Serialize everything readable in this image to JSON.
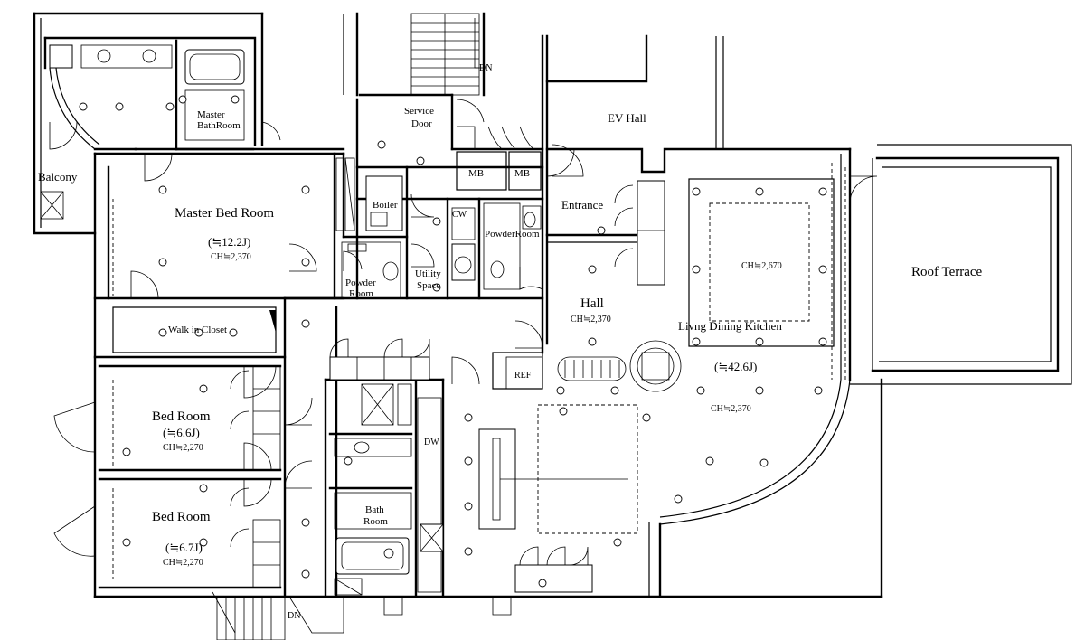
{
  "plan": {
    "rooms": {
      "balcony": "Balcony",
      "master_bath": [
        "Master",
        "BathRoom"
      ],
      "master_bed": "Master Bed Room",
      "master_bed_area": "(≒12.2J)",
      "master_bed_ch": "CH≒2,370",
      "walk_in_closet": "Walk in Closet",
      "bed1": "Bed Room",
      "bed1_area": "(≒6.6J)",
      "bed1_ch": "CH≒2,270",
      "bed2": "Bed Room",
      "bed2_area": "(≒6.7J)",
      "bed2_ch": "CH≒2,270",
      "service_door": [
        "Service",
        "Door"
      ],
      "boiler": "Boiler",
      "powder_room_1": [
        "Powder",
        "Room"
      ],
      "utility": [
        "Utility",
        "Space"
      ],
      "cw": "CW",
      "powder_room_2": "PowderRoom",
      "mb1": "MB",
      "mb2": "MB",
      "ev_hall": "EV Hall",
      "entrance": "Entrance",
      "hall": "Hall",
      "hall_ch": "CH≒2,370",
      "ldk": "Livng Dining Kitchen",
      "ldk_ch_inner": "CH≒2,670",
      "ldk_area": "(≒42.6J)",
      "ldk_ch": "CH≒2,370",
      "roof_terrace": "Roof  Terrace",
      "ref": "REF",
      "dw": "DW",
      "bath": [
        "Bath",
        "Room"
      ],
      "dn_top": "DN",
      "dn_bottom": "DN"
    }
  }
}
